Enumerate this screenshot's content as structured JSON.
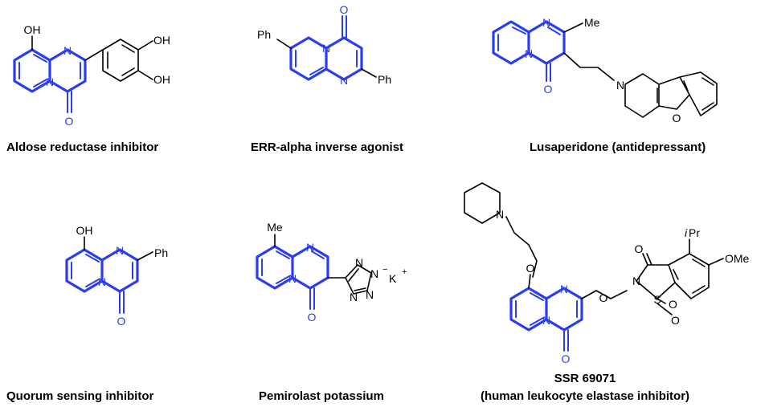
{
  "colors": {
    "core": "#2b3df0",
    "substituent": "#000000",
    "background": "#ffffff"
  },
  "compounds": [
    {
      "caption": "Aldose reductase inhibitor",
      "labels": {
        "n_top": "N",
        "n_bridge": "N",
        "o_carbonyl": "O",
        "oh_peri": "OH",
        "oh_meta": "OH",
        "oh_para": "OH"
      }
    },
    {
      "caption": "ERR-alpha inverse agonist",
      "labels": {
        "n_top": "N",
        "n_bridge": "N",
        "o_carbonyl": "O",
        "ph_pyridine": "Ph",
        "ph_pyrimidine": "Ph"
      }
    },
    {
      "caption": "Lusaperidone (antidepressant)",
      "labels": {
        "n_top": "N",
        "n_bridge": "N",
        "o_carbonyl": "O",
        "me": "Me",
        "n_amine": "N",
        "o_furan": "O"
      }
    },
    {
      "caption": "Quorum sensing inhibitor",
      "labels": {
        "n_top": "N",
        "n_bridge": "N",
        "o_carbonyl": "O",
        "oh_peri": "OH",
        "ph": "Ph"
      }
    },
    {
      "caption": "Pemirolast potassium",
      "labels": {
        "n_top": "N",
        "n_bridge": "N",
        "o_carbonyl": "O",
        "me": "Me",
        "tz_n1": "N",
        "tz_n2": "N",
        "tz_n3": "N",
        "tz_n4": "N",
        "charge": "−",
        "counterion": "K",
        "plus": "+"
      }
    },
    {
      "caption_line1": "SSR 69071",
      "caption_line2": "(human leukocyte elastase inhibitor)",
      "labels": {
        "n_top": "N",
        "n_bridge": "N",
        "o_carbonyl": "O",
        "o_ether_peri": "O",
        "n_piperidine": "N",
        "o_ether_link": "O",
        "n_sultam": "N",
        "s": "S",
        "o_sulfonyl_1": "O",
        "o_sulfonyl_2": "O",
        "o_lactam": "O",
        "ipr_i": "i",
        "ipr_pr": "Pr",
        "ome": "OMe"
      }
    }
  ]
}
